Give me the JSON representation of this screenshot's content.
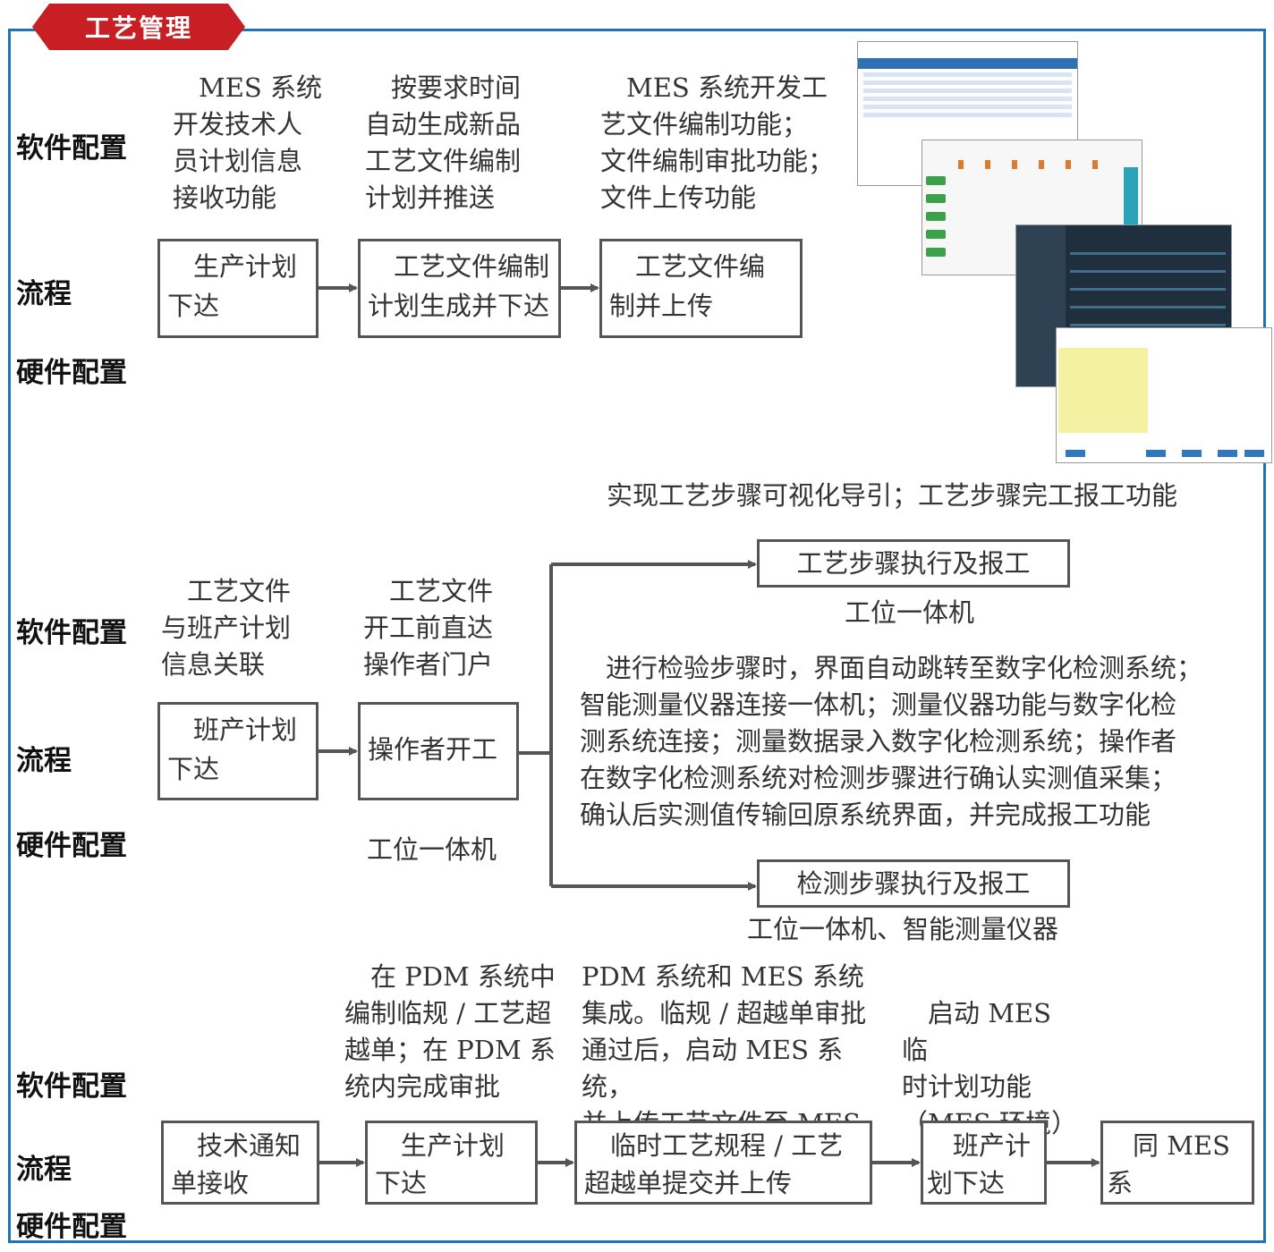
{
  "header": {
    "title": "工艺管理"
  },
  "row_labels": {
    "software": "软件配置",
    "flow": "流程",
    "hardware": "硬件配置"
  },
  "section1": {
    "software_texts": [
      "　MES 系统\n开发技术人\n员计划信息\n接收功能",
      "　按要求时间\n自动生成新品\n工艺文件编制\n计划并推送",
      "　MES 系统开发工\n艺文件编制功能；\n文件编制审批功能；\n文件上传功能"
    ],
    "boxes": [
      "　生产计划\n下达",
      "　工艺文件编制\n计划生成并下达",
      "　工艺文件编\n制并上传"
    ]
  },
  "section2": {
    "top_note": "实现工艺步骤可视化导引；工艺步骤完工报工功能",
    "software_texts": [
      "　工艺文件\n与班产计划\n信息关联",
      "　工艺文件\n开工前直达\n操作者门户"
    ],
    "boxes": {
      "plan": "　班产计划\n下达",
      "start": "操作者开工",
      "step_exec": "工艺步骤执行及报工",
      "inspect_exec": "检测步骤执行及报工"
    },
    "hardware_texts": {
      "start": "工位一体机",
      "step": "工位一体机",
      "inspect": "工位一体机、智能测量仪器"
    },
    "inspect_note": "　进行检验步骤时，界面自动跳转至数字化检测系统；\n智能测量仪器连接一体机；测量仪器功能与数字化检\n测系统连接；测量数据录入数字化检测系统；操作者\n在数字化检测系统对检测步骤进行确认实测值采集；\n确认后实测值传输回原系统界面，并完成报工功能"
  },
  "section3": {
    "software_texts": [
      "　在 PDM 系统中\n编制临规 / 工艺超\n越单；在 PDM 系\n统内完成审批",
      "PDM 系统和 MES 系统\n集成。临规 / 超越单审批\n通过后，启动 MES 系统，\n并上传工艺文件至 MES",
      "　启动 MES 临\n时计划功能\n（MES 环境）"
    ],
    "boxes": [
      "　技术通知\n单接收",
      "　生产计划\n下达",
      "　临时工艺规程 / 工艺\n超越单提交并上传",
      "　班产计\n划下达",
      "　同 MES 系\n统插单流程"
    ]
  },
  "colors": {
    "banner": "#c81f25",
    "frame": "#1f73b7",
    "arrow": "#555555"
  }
}
